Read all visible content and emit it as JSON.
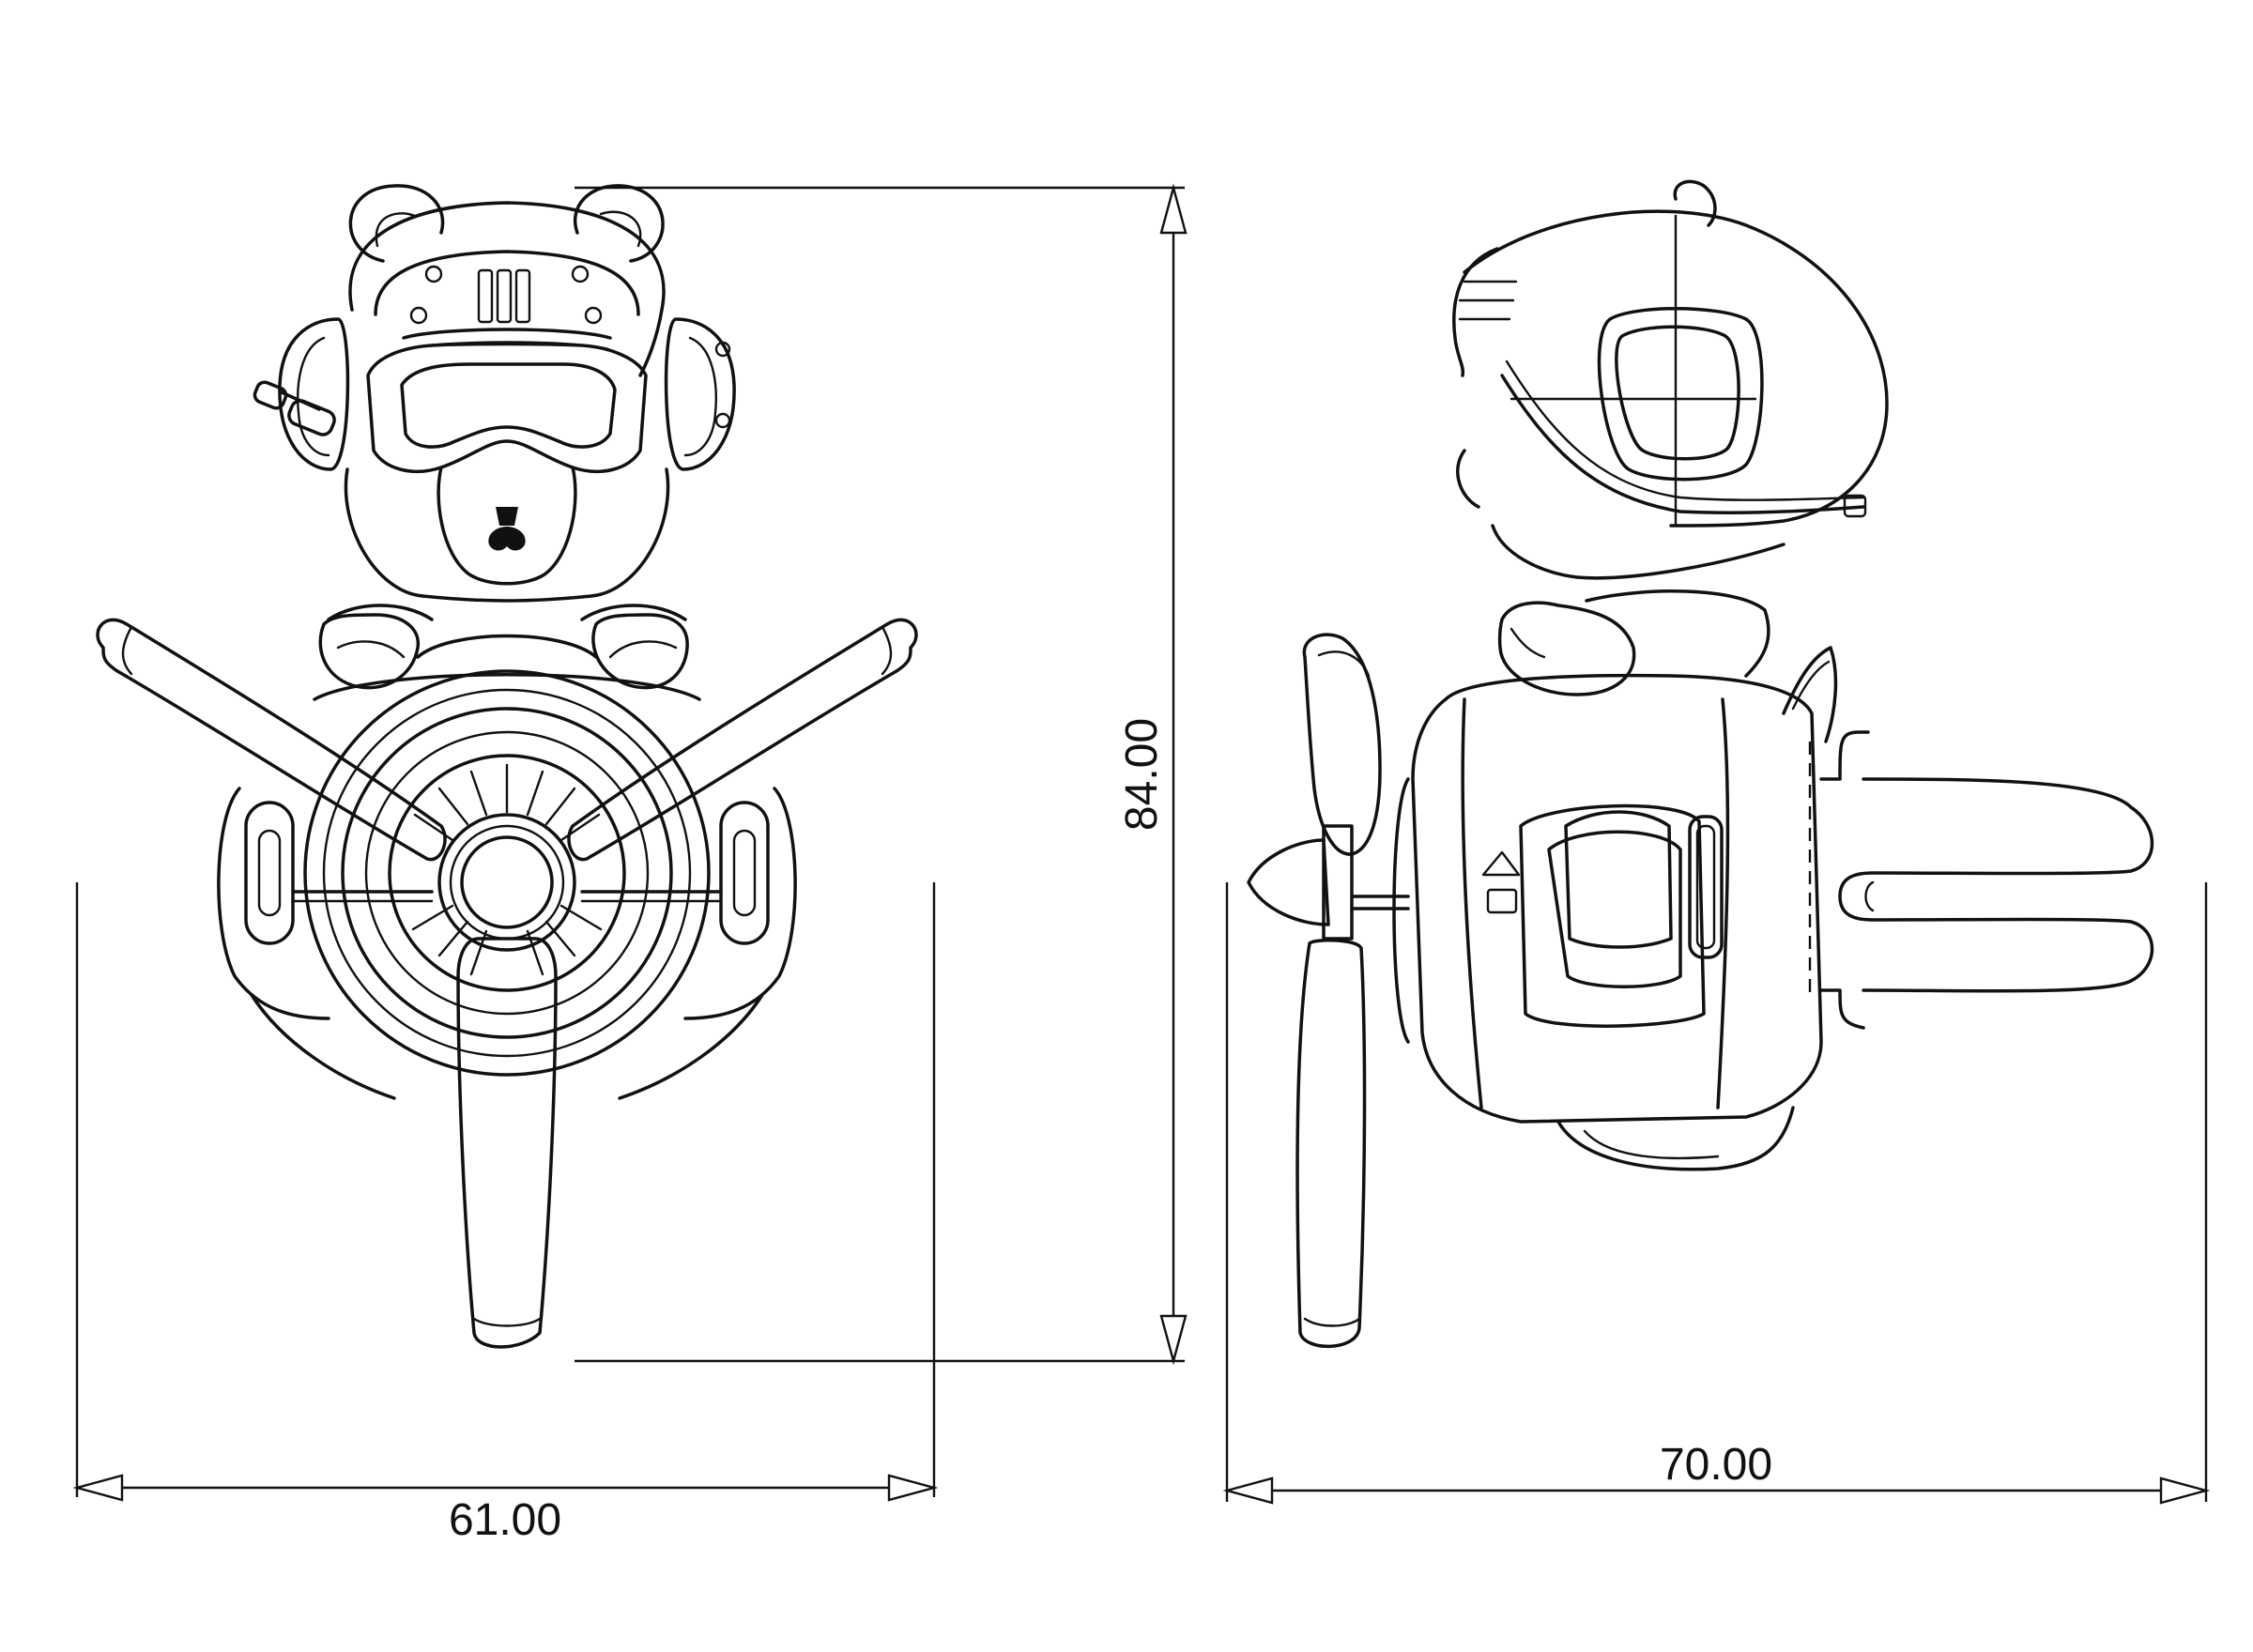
{
  "dimensions": {
    "front_width": "61.00",
    "overall_height": "84.00",
    "side_depth": "70.00"
  },
  "colors": {
    "line": "#111111",
    "background": "#ffffff"
  }
}
